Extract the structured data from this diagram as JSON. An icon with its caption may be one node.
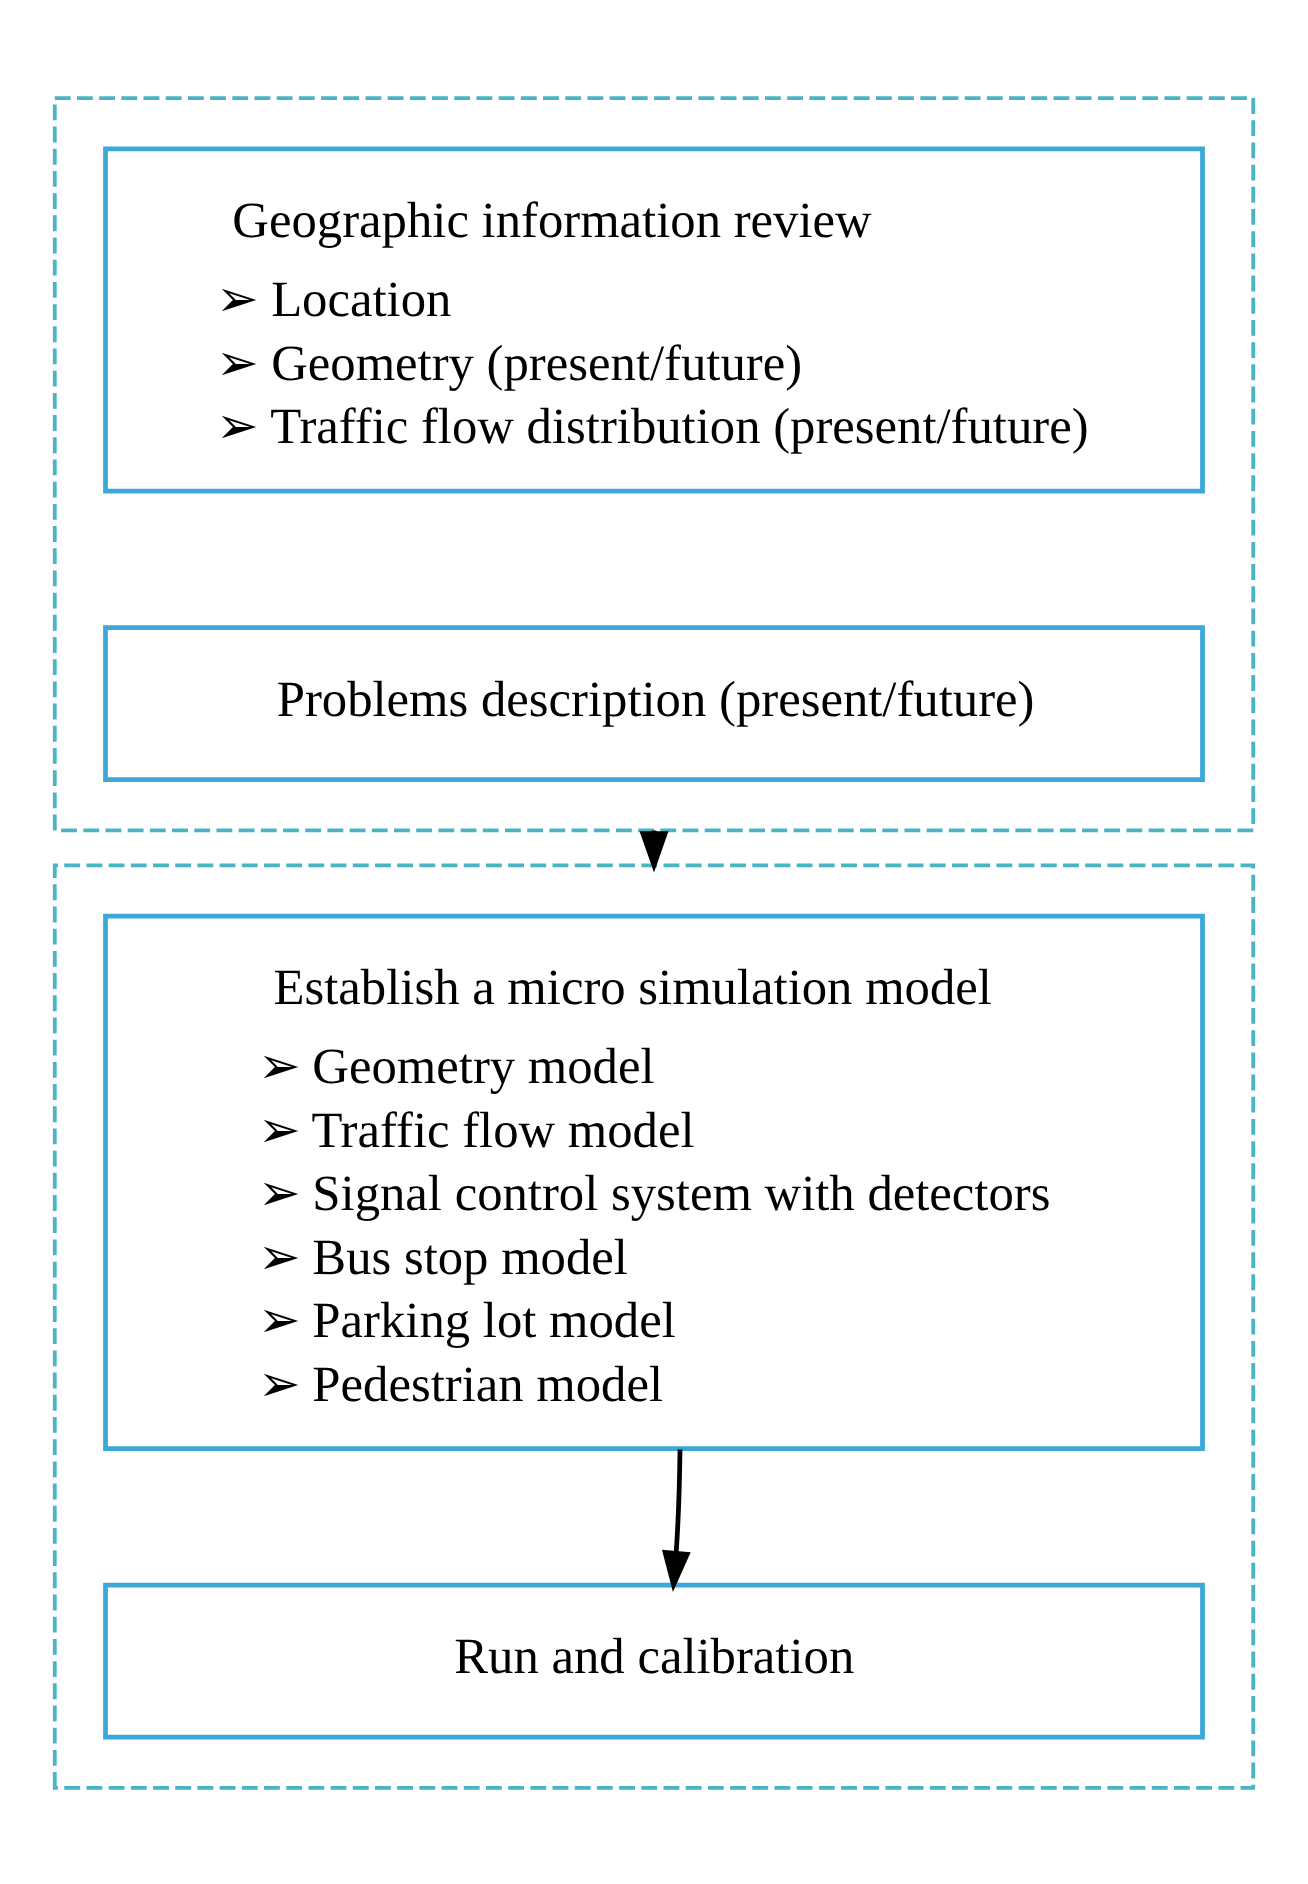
{
  "diagram": {
    "nodes": [
      {
        "text": [],
        "shape": "box"
      },
      {
        "text": [
          "Geographic information review",
          "➢ Location",
          "➢ Geometry (present/future)",
          "➢ Traffic flow distribution (present/future)"
        ],
        "in": 0
      },
      {
        "text": [
          "Problems description (present/future)"
        ],
        "in": 0
      },
      {
        "text": [],
        "shape": "box"
      },
      {
        "text": [
          "Establish a micro simulation model",
          "➢ Geometry model",
          "➢ Traffic flow model",
          "➢ Signal control system with detectors",
          "➢ Bus stop model",
          "➢ Parking lot model",
          "➢ Pedestrian model"
        ],
        "in": 3
      },
      {
        "text": [
          "Run and calibration"
        ],
        "in": 3
      }
    ],
    "edges": [
      {
        "from": 0,
        "to": 3,
        "arrow": "to"
      },
      {
        "from": 4,
        "to": 5,
        "arrow": "to"
      }
    ]
  }
}
